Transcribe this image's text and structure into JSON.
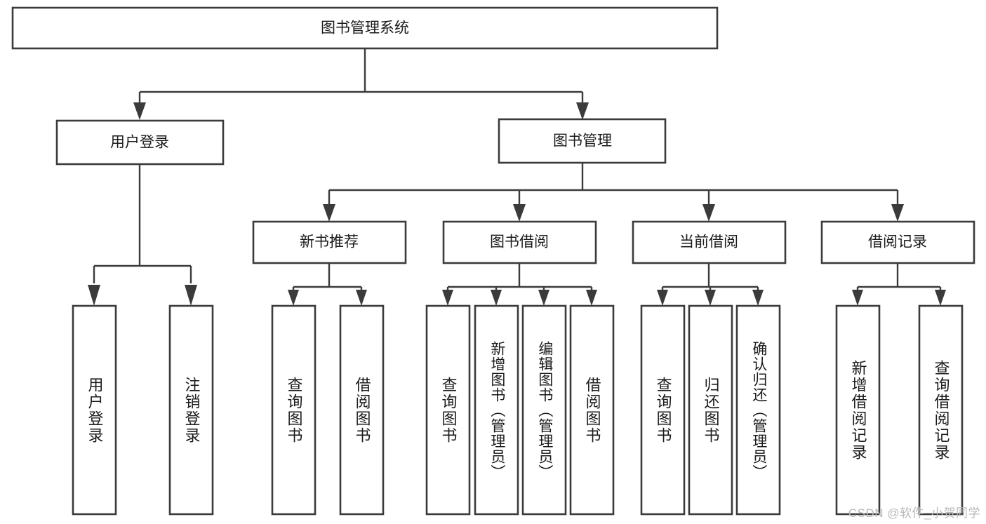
{
  "diagram": {
    "type": "hierarchy-tree",
    "title": "图书管理系统",
    "watermark": "CSDN @软件_小贺同学",
    "colors": {
      "background": "#ffffff",
      "box_fill": "#ffffff",
      "box_stroke": "#3b3b3b",
      "connector": "#3b3b3b",
      "label_text": "#1b1b1b",
      "watermark_text": "#b9b9b9"
    },
    "nodes": {
      "root": {
        "id": "root",
        "label": "图书管理系统",
        "level": 0,
        "orientation": "horizontal"
      },
      "l1": [
        {
          "id": "user-login",
          "label": "用户登录",
          "level": 1,
          "orientation": "horizontal"
        },
        {
          "id": "book-manage",
          "label": "图书管理",
          "level": 1,
          "orientation": "horizontal"
        }
      ],
      "l2": [
        {
          "id": "new-book-recommend",
          "label": "新书推荐",
          "level": 2,
          "orientation": "horizontal"
        },
        {
          "id": "book-borrow",
          "label": "图书借阅",
          "level": 2,
          "orientation": "horizontal"
        },
        {
          "id": "current-borrow",
          "label": "当前借阅",
          "level": 2,
          "orientation": "horizontal"
        },
        {
          "id": "borrow-record",
          "label": "借阅记录",
          "level": 2,
          "orientation": "horizontal"
        }
      ],
      "leaves": [
        {
          "id": "leaf-user-login",
          "label": "用户登录",
          "parent": "user-login",
          "orientation": "vertical"
        },
        {
          "id": "leaf-logout-login",
          "label": "注销登录",
          "parent": "user-login",
          "orientation": "vertical"
        },
        {
          "id": "leaf-query-book-1",
          "label": "查询图书",
          "parent": "new-book-recommend",
          "orientation": "vertical"
        },
        {
          "id": "leaf-borrow-book-1",
          "label": "借阅图书",
          "parent": "new-book-recommend",
          "orientation": "vertical"
        },
        {
          "id": "leaf-query-book-2",
          "label": "查询图书",
          "parent": "book-borrow",
          "orientation": "vertical"
        },
        {
          "id": "leaf-add-book",
          "label": "新增图书（管理员）",
          "parent": "book-borrow",
          "orientation": "vertical"
        },
        {
          "id": "leaf-edit-book",
          "label": "编辑图书（管理员）",
          "parent": "book-borrow",
          "orientation": "vertical"
        },
        {
          "id": "leaf-borrow-book-2",
          "label": "借阅图书",
          "parent": "book-borrow",
          "orientation": "vertical"
        },
        {
          "id": "leaf-query-book-3",
          "label": "查询图书",
          "parent": "current-borrow",
          "orientation": "vertical"
        },
        {
          "id": "leaf-return-book",
          "label": "归还图书",
          "parent": "current-borrow",
          "orientation": "vertical"
        },
        {
          "id": "leaf-confirm-return",
          "label": "确认归还（管理员）",
          "parent": "current-borrow",
          "orientation": "vertical"
        },
        {
          "id": "leaf-add-record",
          "label": "新增借阅记录",
          "parent": "borrow-record",
          "orientation": "vertical"
        },
        {
          "id": "leaf-query-record",
          "label": "查询借阅记录",
          "parent": "borrow-record",
          "orientation": "vertical"
        }
      ]
    },
    "edges": [
      {
        "from": "root",
        "to": "user-login"
      },
      {
        "from": "root",
        "to": "book-manage"
      },
      {
        "from": "user-login",
        "to": "leaf-user-login"
      },
      {
        "from": "user-login",
        "to": "leaf-logout-login"
      },
      {
        "from": "book-manage",
        "to": "new-book-recommend"
      },
      {
        "from": "book-manage",
        "to": "book-borrow"
      },
      {
        "from": "book-manage",
        "to": "current-borrow"
      },
      {
        "from": "book-manage",
        "to": "borrow-record"
      },
      {
        "from": "new-book-recommend",
        "to": "leaf-query-book-1"
      },
      {
        "from": "new-book-recommend",
        "to": "leaf-borrow-book-1"
      },
      {
        "from": "book-borrow",
        "to": "leaf-query-book-2"
      },
      {
        "from": "book-borrow",
        "to": "leaf-add-book"
      },
      {
        "from": "book-borrow",
        "to": "leaf-edit-book"
      },
      {
        "from": "book-borrow",
        "to": "leaf-borrow-book-2"
      },
      {
        "from": "current-borrow",
        "to": "leaf-query-book-3"
      },
      {
        "from": "current-borrow",
        "to": "leaf-return-book"
      },
      {
        "from": "current-borrow",
        "to": "leaf-confirm-return"
      },
      {
        "from": "borrow-record",
        "to": "leaf-add-record"
      },
      {
        "from": "borrow-record",
        "to": "leaf-query-record"
      }
    ]
  }
}
